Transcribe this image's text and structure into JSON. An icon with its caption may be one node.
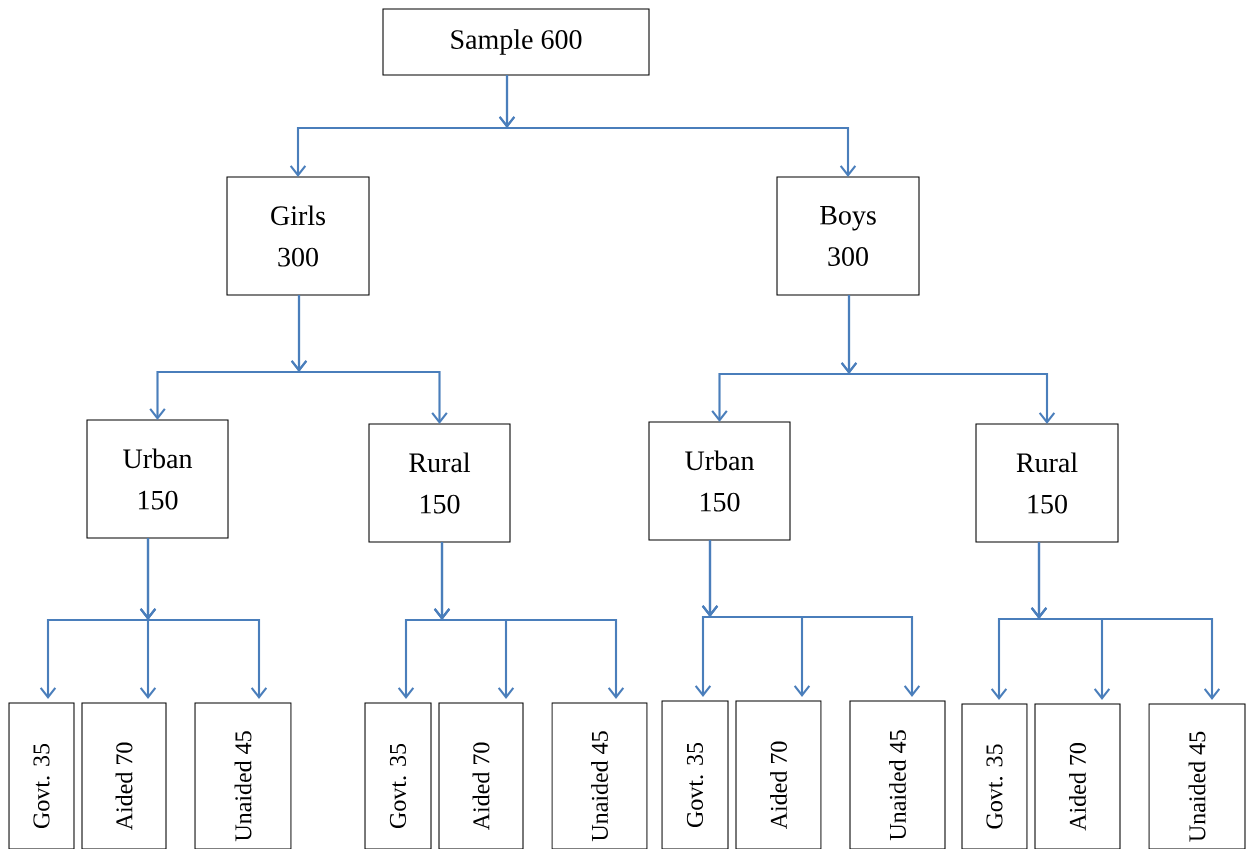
{
  "diagram": {
    "nodes": [
      {
        "text": [
          "Sample 600"
        ]
      },
      {
        "text": [
          "Girls 300"
        ]
      },
      {
        "text": [
          "Boys 300"
        ]
      },
      {
        "text": [
          "Urban 150"
        ]
      },
      {
        "text": [
          "Rural 150"
        ]
      },
      {
        "text": [
          "Urban 150"
        ]
      },
      {
        "text": [
          "Rural 150"
        ]
      },
      {
        "text": [
          "Govt. 35"
        ]
      },
      {
        "text": [
          "Aided 70"
        ]
      },
      {
        "text": [
          "Unaided 45"
        ]
      },
      {
        "text": [
          "Govt. 35"
        ]
      },
      {
        "text": [
          "Aided 70"
        ]
      },
      {
        "text": [
          "Unaided 45"
        ]
      },
      {
        "text": [
          "Govt. 35"
        ]
      },
      {
        "text": [
          "Aided 70"
        ]
      },
      {
        "text": [
          "Unaided 45"
        ]
      },
      {
        "text": [
          "Govt. 35"
        ]
      },
      {
        "text": [
          "Aided 70"
        ]
      },
      {
        "text": [
          "Unaided 45"
        ]
      }
    ],
    "edges": [
      {
        "from": 0,
        "to": 1,
        "arrow": "to"
      },
      {
        "from": 0,
        "to": 2,
        "arrow": "to"
      },
      {
        "from": 1,
        "to": 3,
        "arrow": "to"
      },
      {
        "from": 1,
        "to": 4,
        "arrow": "to"
      },
      {
        "from": 2,
        "to": 5,
        "arrow": "to"
      },
      {
        "from": 2,
        "to": 6,
        "arrow": "to"
      },
      {
        "from": 3,
        "to": 7,
        "arrow": "to"
      },
      {
        "from": 3,
        "to": 8,
        "arrow": "to"
      },
      {
        "from": 3,
        "to": 9,
        "arrow": "to"
      },
      {
        "from": 4,
        "to": 10,
        "arrow": "to"
      },
      {
        "from": 4,
        "to": 11,
        "arrow": "to"
      },
      {
        "from": 4,
        "to": 12,
        "arrow": "to"
      },
      {
        "from": 5,
        "to": 13,
        "arrow": "to"
      },
      {
        "from": 5,
        "to": 14,
        "arrow": "to"
      },
      {
        "from": 5,
        "to": 15,
        "arrow": "to"
      },
      {
        "from": 6,
        "to": 16,
        "arrow": "to"
      },
      {
        "from": 6,
        "to": 17,
        "arrow": "to"
      },
      {
        "from": 6,
        "to": 18,
        "arrow": "to"
      }
    ]
  }
}
